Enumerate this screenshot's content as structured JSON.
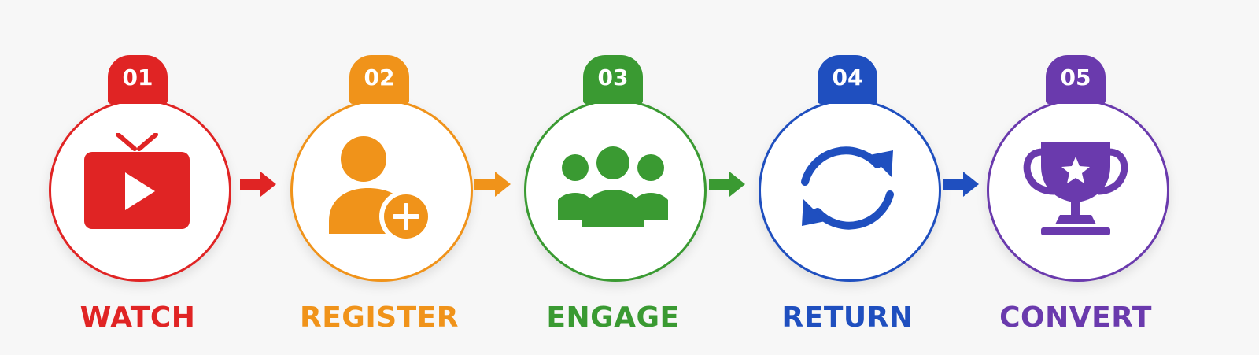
{
  "steps": [
    {
      "number": "01",
      "label": "WATCH",
      "color": "#e02424",
      "icon": "tv-play-icon"
    },
    {
      "number": "02",
      "label": "REGISTER",
      "color": "#f0931a",
      "icon": "add-user-icon"
    },
    {
      "number": "03",
      "label": "ENGAGE",
      "color": "#3a9a32",
      "icon": "group-icon"
    },
    {
      "number": "04",
      "label": "RETURN",
      "color": "#1f4fbf",
      "icon": "refresh-icon"
    },
    {
      "number": "05",
      "label": "CONVERT",
      "color": "#6a3aad",
      "icon": "trophy-icon"
    }
  ],
  "arrow_colors": [
    "#e02424",
    "#f0931a",
    "#3a9a32",
    "#1f4fbf"
  ]
}
